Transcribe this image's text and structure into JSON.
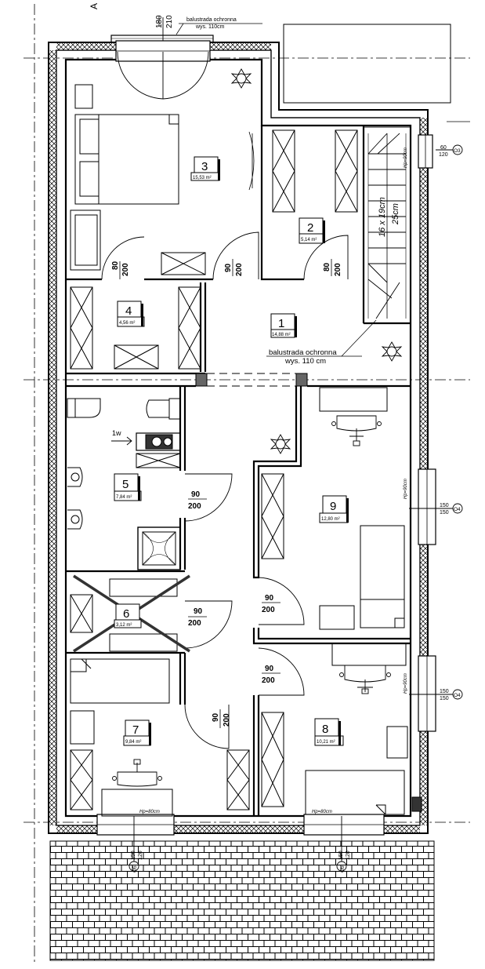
{
  "header": {
    "section_mark": "A",
    "dim_180": "180",
    "dim_210": "210"
  },
  "balcony_note": {
    "line1": "balustrada ochronna",
    "line2": "wys. 110cm"
  },
  "stair_note": {
    "line1": "balustrada ochronna",
    "line2": "wys. 110 cm"
  },
  "stairs": {
    "steps": "16 x 19cm",
    "tread": "25cm",
    "sill": "Hp=90cm"
  },
  "rooms": [
    {
      "no": "1",
      "area": "14,88 m²"
    },
    {
      "no": "2",
      "area": "5,14 m²"
    },
    {
      "no": "3",
      "area": "15,53 m²"
    },
    {
      "no": "4",
      "area": "4,56 m²"
    },
    {
      "no": "5",
      "area": "7,84 m²"
    },
    {
      "no": "6",
      "area": "3,12 m²"
    },
    {
      "no": "7",
      "area": "9,84 m²"
    },
    {
      "no": "8",
      "area": "10,21 m²"
    },
    {
      "no": "9",
      "area": "12,80 m²"
    }
  ],
  "doors": {
    "w80": "80",
    "w90": "90",
    "h200": "200"
  },
  "windows": {
    "o3": {
      "code": "O3",
      "w": "60",
      "h": "120"
    },
    "o4": {
      "code": "O4",
      "w": "150",
      "h": "150"
    },
    "o5": {
      "code": "O5",
      "w": "150",
      "h": "120"
    },
    "sill90": "Hp=90cm",
    "sill80": "Hp=80cm"
  },
  "bathroom": {
    "radiator": "1w"
  }
}
